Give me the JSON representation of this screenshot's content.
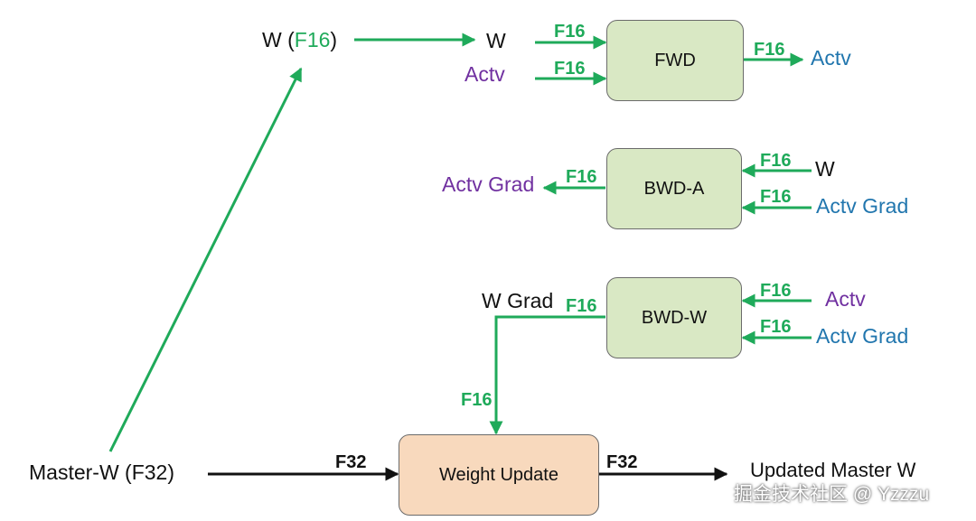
{
  "colors": {
    "green": "#1faa5a",
    "purple": "#7030a0",
    "blue": "#2176ae",
    "black": "#111111",
    "box_green": "#d9e8c4",
    "box_orange": "#f8d9bd"
  },
  "boxes": {
    "fwd": "FWD",
    "bwd_a": "BWD-A",
    "bwd_w": "BWD-W",
    "update": "Weight Update"
  },
  "labels": {
    "w_f16_prefix": "W (",
    "w_f16_mid": "F16",
    "w_f16_suffix": ")",
    "fwd_w_in": "W",
    "fwd_actv_in": "Actv",
    "fwd_actv_out": "Actv",
    "bwd_a_grad_out": "Actv Grad",
    "bwd_a_w_in": "W",
    "bwd_a_grad_in": "Actv Grad",
    "w_grad": "W Grad",
    "bwd_w_actv_in": "Actv",
    "bwd_w_grad_in": "Actv Grad",
    "master_w": "Master-W (F32)",
    "updated_master_w": "Updated Master W"
  },
  "precision_tags": {
    "fwd_in_w": "F16",
    "fwd_in_actv": "F16",
    "fwd_out": "F16",
    "bwd_a_out": "F16",
    "bwd_a_in_w": "F16",
    "bwd_a_in_grad": "F16",
    "bwd_w_out": "F16",
    "bwd_w_in_actv": "F16",
    "bwd_w_in_grad": "F16",
    "wgrad_down": "F16",
    "update_in": "F32",
    "update_out": "F32"
  },
  "watermark": "掘金技术社区 @ Yzzzu"
}
